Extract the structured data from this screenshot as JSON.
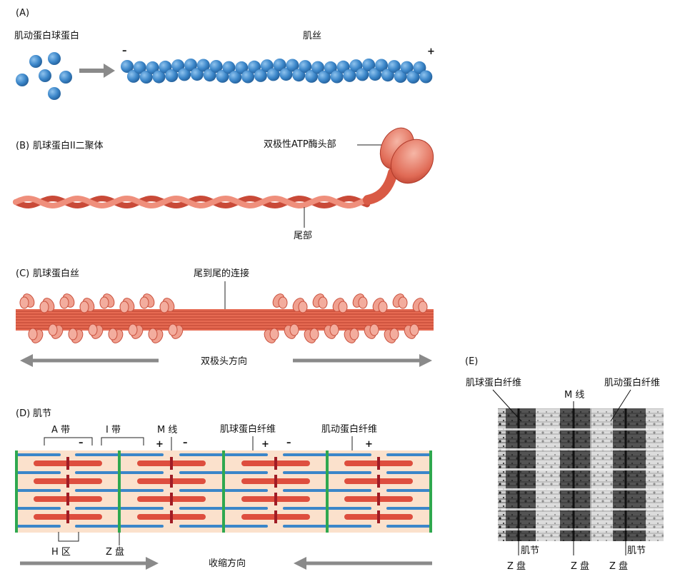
{
  "panel_a": {
    "letter": "(A)",
    "monomer_label": "肌动蛋白球蛋白",
    "filament_label": "肌丝",
    "minus": "–",
    "plus": "+"
  },
  "panel_b": {
    "letter": "(B)",
    "title": "肌球蛋白II二聚体",
    "head_label": "双极性ATP酶头部",
    "tail_label": "尾部"
  },
  "panel_c": {
    "letter": "(C)",
    "title": "肌球蛋白丝",
    "center_label": "尾到尾的连接",
    "arrow_label": "双极头方向"
  },
  "panel_d": {
    "letter": "(D)",
    "title": "肌节",
    "a_band": "A 带",
    "i_band": "I 带",
    "m_line": "M 线",
    "myosin_fiber": "肌球蛋白纤维",
    "actin_fiber": "肌动蛋白纤维",
    "h_zone": "H 区",
    "z_disc": "Z 盘",
    "contraction": "收缩方向",
    "minus": "–",
    "plus": "+"
  },
  "panel_e": {
    "letter": "(E)",
    "myosin_fiber": "肌球蛋白纤维",
    "m_line": "M 线",
    "actin_fiber": "肌动蛋白纤维",
    "sarcomere": "肌节",
    "z_disc": "Z 盘"
  },
  "colors": {
    "actin_blue": "#3b86c9",
    "myosin_red": "#de4e3e",
    "myosin_light": "#f0a08f",
    "z_green": "#2fa84f",
    "m_darkred": "#a01c25",
    "sarcomere_bg": "#fbe1cc",
    "arrow_gray": "#8a8a8a"
  }
}
